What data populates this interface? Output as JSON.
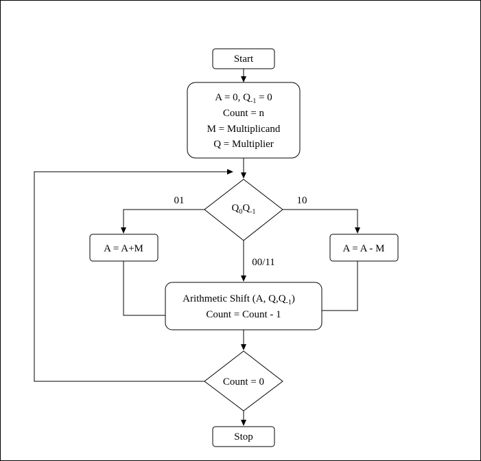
{
  "diagram": {
    "start": "Start",
    "init": {
      "line1_a": "A = 0, Q",
      "line1_sub": "-1",
      "line1_b": " = 0",
      "line2": "Count = n",
      "line3": "M = Multiplicand",
      "line4": "Q = Multiplier"
    },
    "decision_q": {
      "q": "Q",
      "sub0": "0",
      "q2": "Q",
      "sub1": "-1"
    },
    "add": "A = A+M",
    "subtract": "A = A - M",
    "shift": {
      "line1_a": "Arithmetic Shift (A, Q,Q",
      "line1_sub": "-1",
      "line1_b": ")",
      "line2": "Count = Count - 1"
    },
    "decision_count": "Count = 0",
    "stop": "Stop",
    "labels": {
      "left": "01",
      "right": "10",
      "down": "00/11"
    }
  }
}
